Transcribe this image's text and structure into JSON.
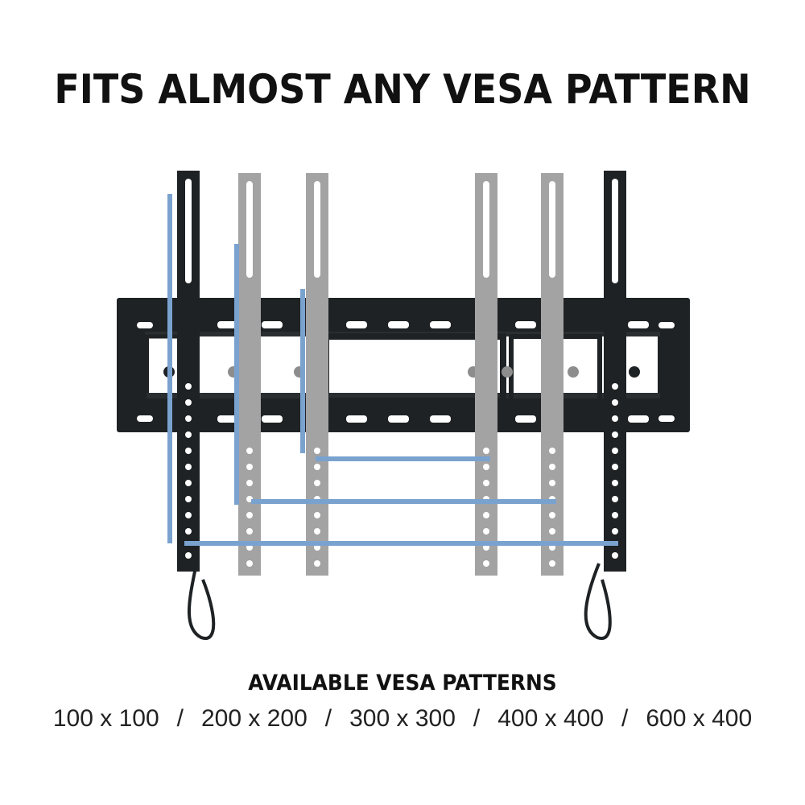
{
  "title": "FITS ALMOST ANY VESA PATTERN",
  "subhead": "AVAILABLE VESA PATTERNS",
  "patterns": [
    "100 x 100",
    "200 x 200",
    "300 x 300",
    "400 x 400",
    "600 x 400"
  ],
  "separator": "/",
  "colors": {
    "mount_dark": "#1e2224",
    "arm_gray": "#9a9a9a",
    "guide_blue": "#7aa2cf"
  }
}
